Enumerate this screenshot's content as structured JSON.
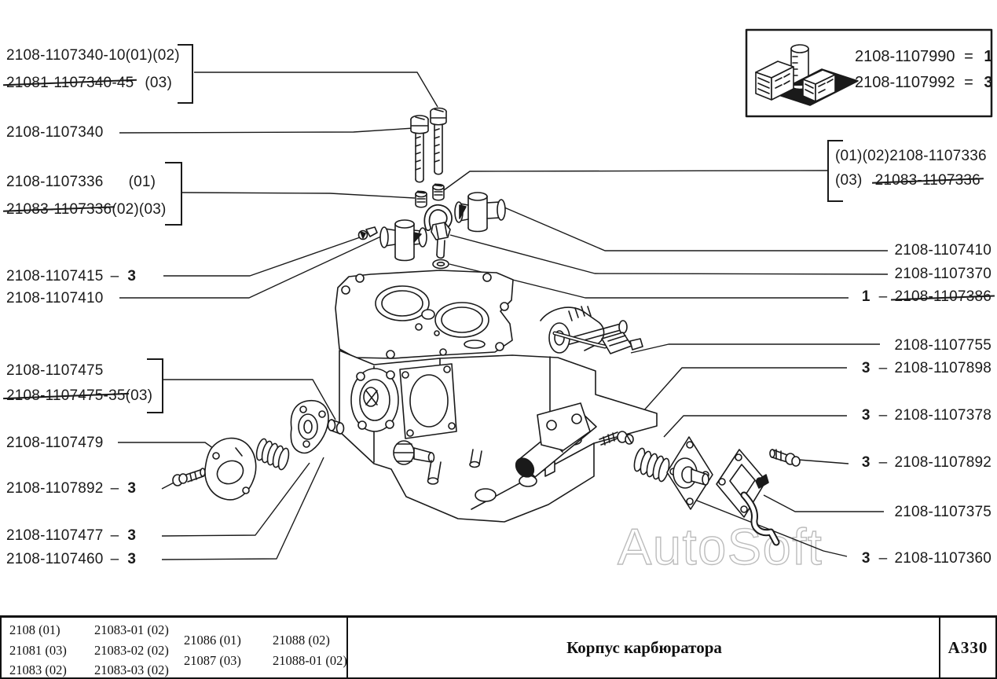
{
  "diagram": {
    "watermark": "AutoSoft",
    "kit_box": {
      "rows": [
        {
          "num": "2108-1107990",
          "eq": "=",
          "qty": "1"
        },
        {
          "num": "2108-1107992",
          "eq": "=",
          "qty": "3"
        }
      ]
    },
    "labels": {
      "left": [
        {
          "line1": "2108-1107340-10(01)(02)",
          "line2_struck": "21081-1107340-45",
          "line2_suffix": "(03)"
        },
        {
          "text": "2108-1107340"
        },
        {
          "line1": "2108-1107336",
          "line1_suffix": "(01)",
          "line2_struck": "21083-1107336",
          "line2_suffix": "(02)(03)"
        },
        {
          "text": "2108-1107415",
          "dash": "–",
          "qty": "3"
        },
        {
          "text": "2108-1107410"
        },
        {
          "line1": "2108-1107475",
          "line2_struck": "2108-1107475-35",
          "line2_suffix": "(03)"
        },
        {
          "text": "2108-1107479"
        },
        {
          "text": "2108-1107892",
          "dash": "–",
          "qty": "3"
        },
        {
          "text": "2108-1107477",
          "dash": "–",
          "qty": "3"
        },
        {
          "text": "2108-1107460",
          "dash": "–",
          "qty": "3"
        }
      ],
      "right": [
        {
          "line1_pre": "(01)(02)",
          "line1": "2108-1107336",
          "line2_pre": "(03)",
          "line2_struck": "21083-1107336"
        },
        {
          "text": "2108-1107410"
        },
        {
          "text": "2108-1107370"
        },
        {
          "qty": "1",
          "dash": "–",
          "struck": "2108-1107386"
        },
        {
          "text": "2108-1107755"
        },
        {
          "qty": "3",
          "dash": "–",
          "text": "2108-1107898"
        },
        {
          "qty": "3",
          "dash": "–",
          "text": "2108-1107378"
        },
        {
          "qty": "3",
          "dash": "–",
          "text": "2108-1107892"
        },
        {
          "text": "2108-1107375"
        },
        {
          "qty": "3",
          "dash": "–",
          "text": "2108-1107360"
        }
      ]
    }
  },
  "footer": {
    "models": {
      "col1": [
        "2108 (01)",
        "21081 (03)",
        "21083 (02)"
      ],
      "col2": [
        "21083-01 (02)",
        "21083-02 (02)",
        "21083-03 (02)"
      ],
      "col3": [
        "21086 (01)",
        "21087 (03)"
      ],
      "col4": [
        "21088 (02)",
        "21088-01 (02)"
      ]
    },
    "title": "Корпус карбюратора",
    "code": "А330"
  }
}
